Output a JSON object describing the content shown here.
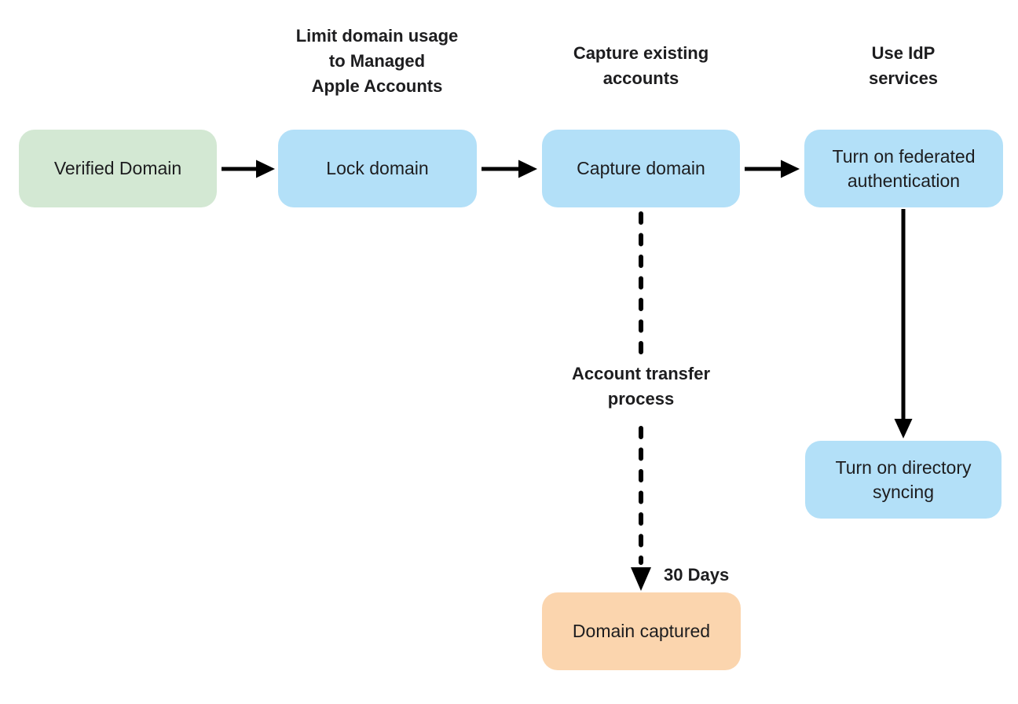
{
  "nodes": {
    "verified_domain": {
      "label": "Verified Domain"
    },
    "lock_domain": {
      "label": "Lock domain"
    },
    "capture_domain": {
      "label": "Capture domain"
    },
    "federated_authentication": {
      "label": [
        "Turn on federated",
        "authentication"
      ]
    },
    "directory_syncing": {
      "label": [
        "Turn on directory",
        "syncing"
      ]
    },
    "domain_captured": {
      "label": "Domain captured"
    }
  },
  "annotations": {
    "lock_domain_note": [
      "Limit domain usage",
      "to Managed",
      "Apple Accounts"
    ],
    "capture_domain_note": [
      "Capture existing",
      "accounts"
    ],
    "idp_note": [
      "Use IdP",
      "services"
    ],
    "account_transfer_note": [
      "Account transfer",
      "process"
    ],
    "duration_note": "30 Days"
  },
  "colors": {
    "start_node": "#d3e8d3",
    "process_node": "#b3e0f8",
    "result_node": "#fbd5ae",
    "arrow": "#000000",
    "text": "#1d1d1f"
  }
}
